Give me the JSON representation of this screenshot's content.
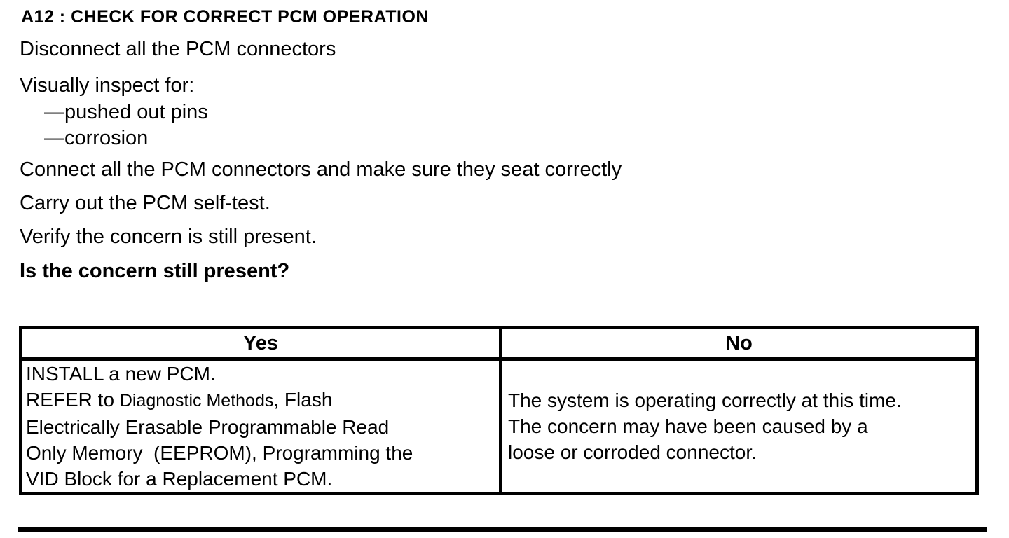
{
  "page": {
    "background_color": "#ffffff",
    "text_color": "#000000"
  },
  "procedure": {
    "heading": "A12 : CHECK FOR CORRECT PCM OPERATION",
    "steps": [
      "Disconnect all the PCM connectors",
      "Visually inspect for:",
      "Connect all the PCM connectors and make sure they seat correctly",
      "Carry out the PCM self-test.",
      "Verify the concern is still present."
    ],
    "inspect_items": [
      "—pushed out pins",
      "—corrosion"
    ],
    "question": "Is the concern still present?"
  },
  "decision_table": {
    "headers": [
      "Yes",
      "No"
    ],
    "yes": {
      "line1": "INSTALL a new PCM.",
      "line2_prefix": "REFER to ",
      "line2_reference": "Diagnostic Methods",
      "line2_suffix": ", Flash",
      "line3": "Electrically Erasable Programmable Read",
      "line4": "Only Memory  (EEPROM), Programming the",
      "line5": "VID Block for a Replacement PCM."
    },
    "no": {
      "line1": "The system is operating correctly at this time.",
      "line2": "The concern may have been caused by a",
      "line3": "loose or corroded connector."
    }
  }
}
